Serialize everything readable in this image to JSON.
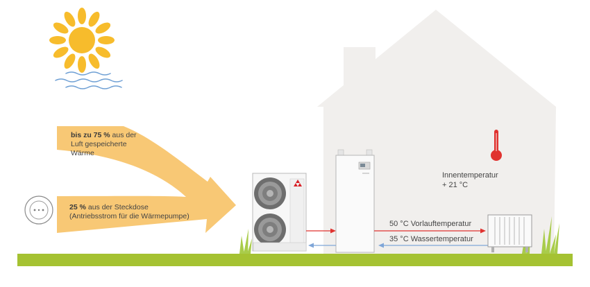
{
  "labels": {
    "air": {
      "bold": "bis zu 75 %",
      "line1_rest": " aus der",
      "line2": "Luft gespeicherte",
      "line3": "Wärme"
    },
    "socket": {
      "bold": "25 %",
      "line1_rest": " aus der Steckdose",
      "line2": "(Antriebsstrom für die Wärmepumpe)"
    },
    "indoor": {
      "line1": "Innentemperatur",
      "line2": "+ 21 °C"
    },
    "flow": "50 °C Vorlauftemperatur",
    "return": "35 °C Wassertemperatur"
  },
  "colors": {
    "sun": "#f7bc2c",
    "waves": "#6e9fd4",
    "arrow": "#f8c875",
    "house": "#f1efed",
    "ground": "#a5c232",
    "grass": "#a9cc4a",
    "flow_arrow": "#e0322f",
    "return_arrow": "#7fa6d8",
    "thermometer": "#e0322f",
    "logo": "#d81f26"
  },
  "icons": {
    "sun": "sun-icon",
    "water": "water-waves-icon",
    "socket": "power-socket-icon",
    "thermometer": "thermometer-icon"
  }
}
